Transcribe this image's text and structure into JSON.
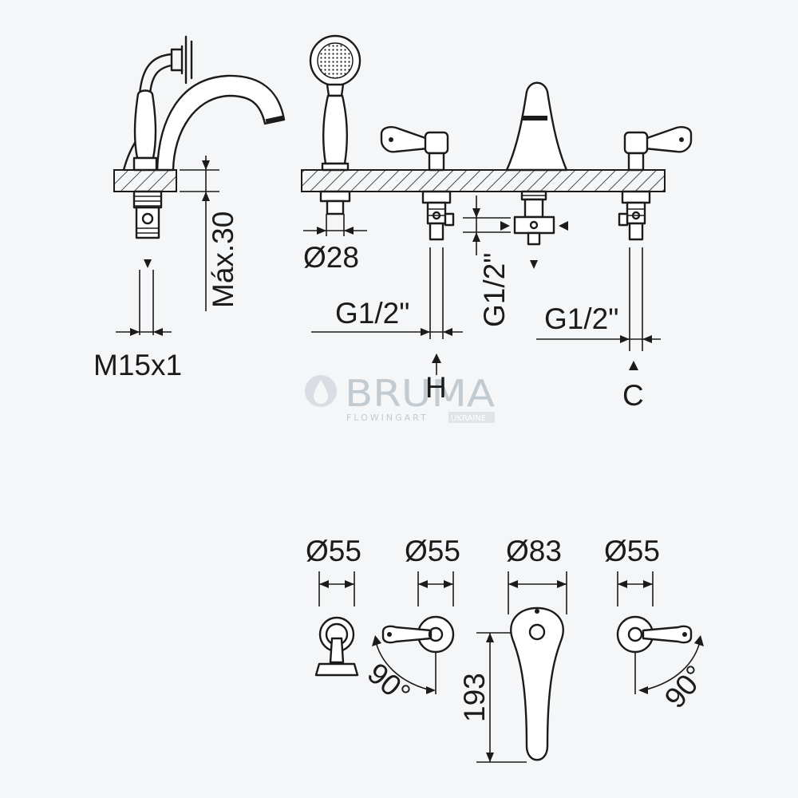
{
  "side_view": {
    "bath_spout": {
      "thread_label": "M15x1",
      "deck_thickness_label": "Máx.30"
    },
    "hand_shower_diameter_label": "Ø28",
    "hot_inlet": {
      "thread_label": "G1/2\"",
      "inlet_letter": "H"
    },
    "diverter": {
      "thread_label": "G1/2\""
    },
    "cold_inlet": {
      "thread_label": "G1/2\"",
      "inlet_letter": "C"
    }
  },
  "top_view": {
    "shower_rosette_label": "Ø55",
    "hot_handle_label": "Ø55",
    "spout_label": "Ø83",
    "cold_handle_label": "Ø55",
    "hot_rotation_label": "90°",
    "spout_length_label": "193",
    "cold_rotation_label": "90°"
  },
  "watermark": {
    "brand": "BRUMA",
    "tagline": "FLOWINGART",
    "badge": "UKRAINE"
  },
  "colors": {
    "background": "#f4f6f8",
    "line": "#1b1b1b",
    "watermark": "#c3cbd2"
  }
}
